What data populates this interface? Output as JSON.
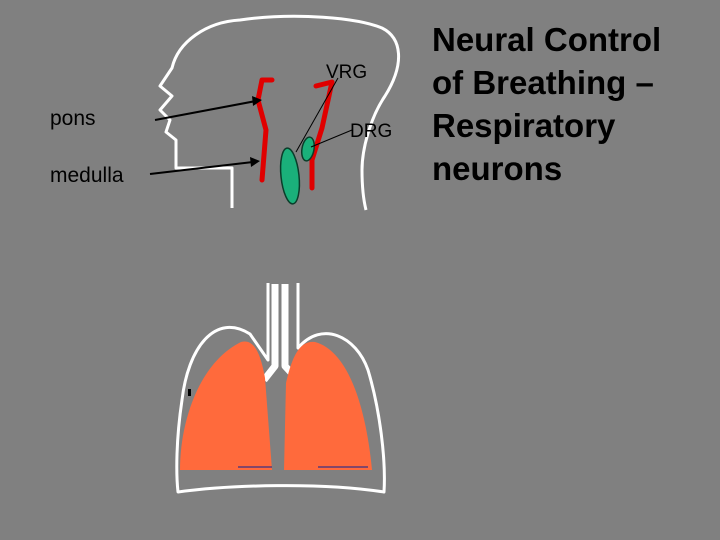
{
  "title": {
    "lines": [
      "Neural Control",
      "of Breathing –",
      "Respiratory",
      "neurons"
    ]
  },
  "labels": {
    "pons": "pons",
    "medulla": "medulla",
    "vrg": "VRG",
    "drg": "DRG"
  },
  "colors": {
    "background": "#808080",
    "outline": "#ffffff",
    "neural_pathway": "#e00000",
    "respiratory_groups": "#1ab07a",
    "lungs": "#ff6a3c",
    "text": "#000000"
  }
}
